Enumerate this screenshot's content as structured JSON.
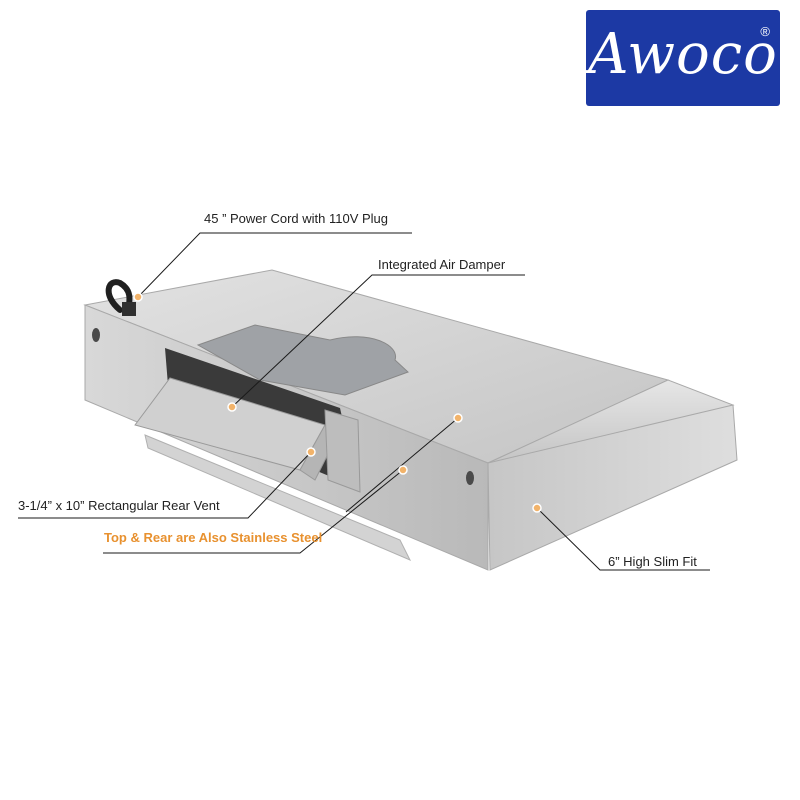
{
  "brand": {
    "name": "Awoco",
    "registered_mark": "®",
    "logo_color": "#1c39a4"
  },
  "callouts": {
    "power_cord": "45  ” Power Cord with 110V Plug",
    "air_damper": "Integrated Air Damper",
    "rear_vent": "3-1/4” x 10” Rectangular Rear Vent",
    "material": "Top & Rear are Also Stainless Steel",
    "slim_fit": "6” High Slim Fit"
  },
  "colors": {
    "highlight": "#e8912f",
    "marker": "#f2b36a",
    "steel": "#c9c9c9"
  }
}
